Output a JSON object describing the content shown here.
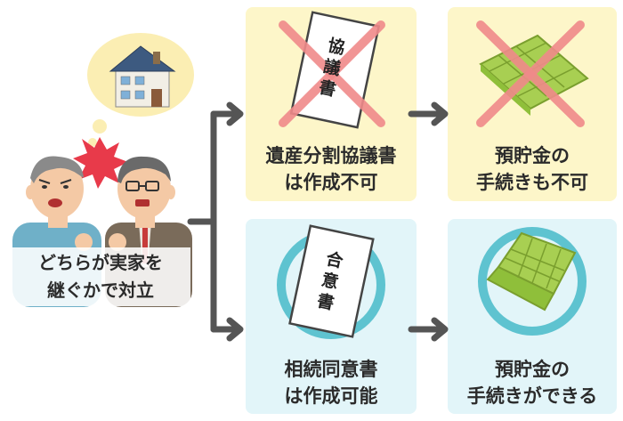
{
  "left": {
    "line1": "どちらが実家を",
    "line2": "継ぐかで対立"
  },
  "top_row": {
    "doc": {
      "chars": [
        "協",
        "議",
        "書"
      ],
      "caption1": "遺産分割協議書",
      "caption2": "は作成不可"
    },
    "savings": {
      "caption1": "預貯金の",
      "caption2": "手続きも不可"
    }
  },
  "bottom_row": {
    "doc": {
      "chars": [
        "合",
        "意",
        "書"
      ],
      "caption1": "相続同意書",
      "caption2": "は作成可能"
    },
    "savings": {
      "caption1": "預貯金の",
      "caption2": "手続きができる"
    }
  },
  "colors": {
    "yellow_panel": "#fdf6c9",
    "blue_panel": "#e2f5f9",
    "cross": "#f08a8a",
    "circle": "#5ec3d0",
    "arrow": "#555555",
    "bankbook": "#8fbf3a"
  },
  "icons": [
    "house-icon",
    "conflict-burst-icon",
    "man-left-icon",
    "man-right-icon",
    "document-icon",
    "bankbook-icon",
    "cross-mark-icon",
    "circle-mark-icon",
    "arrow-icon"
  ]
}
